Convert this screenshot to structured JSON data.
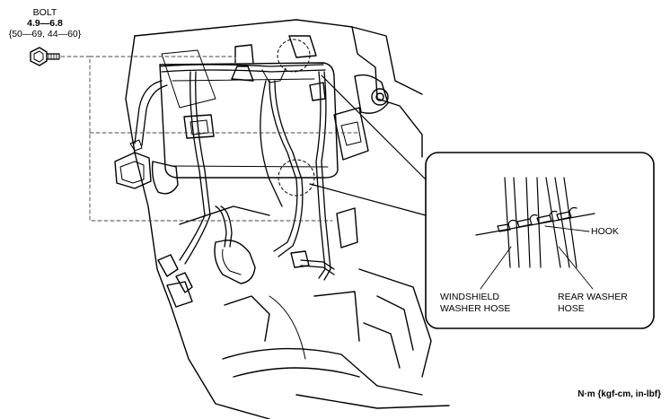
{
  "bolt": {
    "label": "BOLT",
    "torque_nm": "4.9—6.8",
    "torque_alt": "{50—69, 44—60}"
  },
  "detail": {
    "hook_label": "HOOK",
    "windshield_hose_line1": "WINDSHIELD",
    "windshield_hose_line2": "WASHER HOSE",
    "rear_hose_line1": "REAR WASHER",
    "rear_hose_line2": "HOSE"
  },
  "units_note": "N·m {kgf-cm, in-lbf}",
  "colors": {
    "ink": "#000000",
    "paper": "#ffffff",
    "dash": "#444444"
  }
}
